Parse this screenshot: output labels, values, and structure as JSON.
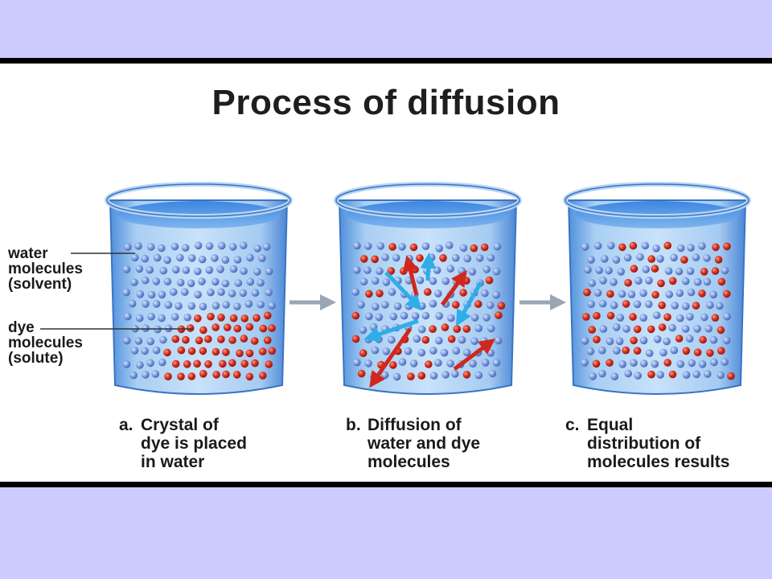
{
  "title": "Process of diffusion",
  "labels": {
    "water": "water\nmolecules\n(solvent)",
    "dye": "dye\nmolecules\n(solute)"
  },
  "captions": [
    {
      "letter": "a.",
      "text": "Crystal of\ndye is placed\nin water"
    },
    {
      "letter": "b.",
      "text": "Diffusion of\nwater and dye\nmolecules"
    },
    {
      "letter": "c.",
      "text": "Equal\ndistribution of\nmolecules results"
    }
  ],
  "colors": {
    "background": "#ccccff",
    "water_molecule": "#6f92d8",
    "dye_molecule": "#c8281e",
    "water_arrow": "#2eaee8",
    "dye_arrow": "#d0281c",
    "beaker": "#5f9fe6"
  }
}
